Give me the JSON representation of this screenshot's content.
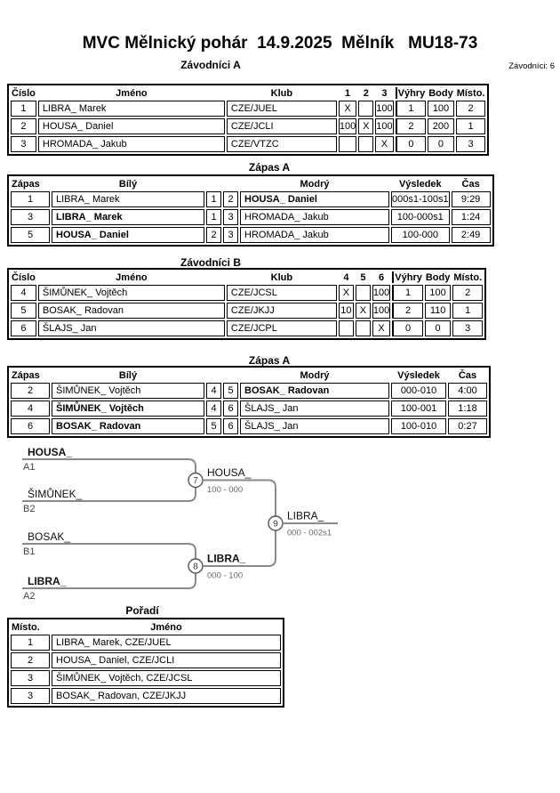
{
  "page": {
    "title": "MVC Mělnický pohár  14.9.2025  Mělník   MU18-73",
    "competitors_label": "Závodníci: 6"
  },
  "sections": {
    "groupA": "Závodníci A",
    "matchesA": "Zápas A",
    "groupB": "Závodníci B",
    "matchesB": "Zápas A",
    "standings": "Pořadí"
  },
  "groupA": {
    "headers": {
      "cislo": "Číslo",
      "jmeno": "Jméno",
      "klub": "Klub",
      "n1": "1",
      "n2": "2",
      "n3": "3",
      "vyhry": "Výhry",
      "body": "Body",
      "misto": "Místo."
    },
    "rows": [
      {
        "cislo": "1",
        "jmeno": "LIBRA_ Marek",
        "klub": "CZE/JUEL",
        "c1": "X",
        "c2": "",
        "c3": "100",
        "vyhry": "1",
        "body": "100",
        "misto": "2"
      },
      {
        "cislo": "2",
        "jmeno": "HOUSA_ Daniel",
        "klub": "CZE/JCLI",
        "c1": "100",
        "c2": "X",
        "c3": "100",
        "vyhry": "2",
        "body": "200",
        "misto": "1"
      },
      {
        "cislo": "3",
        "jmeno": "HROMADA_ Jakub",
        "klub": "CZE/VTZC",
        "c1": "",
        "c2": "",
        "c3": "X",
        "vyhry": "0",
        "body": "0",
        "misto": "3"
      }
    ]
  },
  "matchesA": {
    "headers": {
      "zapas": "Zápas",
      "bily": "Bílý",
      "modry": "Modrý",
      "vysledek": "Výsledek",
      "cas": "Čas"
    },
    "rows": [
      {
        "zapas": "1",
        "bily": "LIBRA_ Marek",
        "bnum": "1",
        "mnum": "2",
        "modry": "HOUSA_ Daniel",
        "vysledek": "000s1-100s1",
        "cas": "9:29"
      },
      {
        "zapas": "3",
        "bily": "LIBRA_ Marek",
        "bnum": "1",
        "mnum": "3",
        "modry": "HROMADA_ Jakub",
        "vysledek": "100-000s1",
        "cas": "1:24"
      },
      {
        "zapas": "5",
        "bily": "HOUSA_ Daniel",
        "bnum": "2",
        "mnum": "3",
        "modry": "HROMADA_ Jakub",
        "vysledek": "100-000",
        "cas": "2:49"
      }
    ]
  },
  "groupB": {
    "headers": {
      "cislo": "Číslo",
      "jmeno": "Jméno",
      "klub": "Klub",
      "n1": "4",
      "n2": "5",
      "n3": "6",
      "vyhry": "Výhry",
      "body": "Body",
      "misto": "Místo."
    },
    "rows": [
      {
        "cislo": "4",
        "jmeno": "ŠIMŮNEK_ Vojtěch",
        "klub": "CZE/JCSL",
        "c1": "X",
        "c2": "",
        "c3": "100",
        "vyhry": "1",
        "body": "100",
        "misto": "2"
      },
      {
        "cislo": "5",
        "jmeno": "BOSAK_ Radovan",
        "klub": "CZE/JKJJ",
        "c1": "10",
        "c2": "X",
        "c3": "100",
        "vyhry": "2",
        "body": "110",
        "misto": "1"
      },
      {
        "cislo": "6",
        "jmeno": "ŠLAJS_ Jan",
        "klub": "CZE/JCPL",
        "c1": "",
        "c2": "",
        "c3": "X",
        "vyhry": "0",
        "body": "0",
        "misto": "3"
      }
    ]
  },
  "matchesB": {
    "headers": {
      "zapas": "Zápas",
      "bily": "Bílý",
      "modry": "Modrý",
      "vysledek": "Výsledek",
      "cas": "Čas"
    },
    "rows": [
      {
        "zapas": "2",
        "bily": "ŠIMŮNEK_ Vojtěch",
        "bnum": "4",
        "mnum": "5",
        "modry": "BOSAK_ Radovan",
        "vysledek": "000-010",
        "cas": "4:00"
      },
      {
        "zapas": "4",
        "bily": "ŠIMŮNEK_ Vojtěch",
        "bnum": "4",
        "mnum": "6",
        "modry": "ŠLAJS_ Jan",
        "vysledek": "100-001",
        "cas": "1:18"
      },
      {
        "zapas": "6",
        "bily": "BOSAK_ Radovan",
        "bnum": "5",
        "mnum": "6",
        "modry": "ŠLAJS_ Jan",
        "vysledek": "100-010",
        "cas": "0:27"
      }
    ]
  },
  "bracket": {
    "slots": [
      {
        "name": "HOUSA_",
        "seed": "A1"
      },
      {
        "name": "ŠIMŮNEK_",
        "seed": "B2"
      },
      {
        "name": "BOSAK_",
        "seed": "B1"
      },
      {
        "name": "LIBRA_",
        "seed": "A2"
      }
    ],
    "matches": [
      {
        "number": "7",
        "winner": "HOUSA_",
        "score": "100 - 000"
      },
      {
        "number": "8",
        "winner": "LIBRA_",
        "score": "000 - 100"
      },
      {
        "number": "9",
        "winner": "LIBRA_",
        "score": "000 - 002s1"
      }
    ]
  },
  "standings": {
    "headers": {
      "misto": "Místo.",
      "jmeno": "Jméno"
    },
    "rows": [
      {
        "misto": "1",
        "jmeno": "LIBRA_ Marek, CZE/JUEL"
      },
      {
        "misto": "2",
        "jmeno": "HOUSA_ Daniel, CZE/JCLI"
      },
      {
        "misto": "3",
        "jmeno": "ŠIMŮNEK_ Vojtěch, CZE/JCSL"
      },
      {
        "misto": "3",
        "jmeno": "BOSAK_ Radovan, CZE/JKJJ"
      }
    ]
  }
}
